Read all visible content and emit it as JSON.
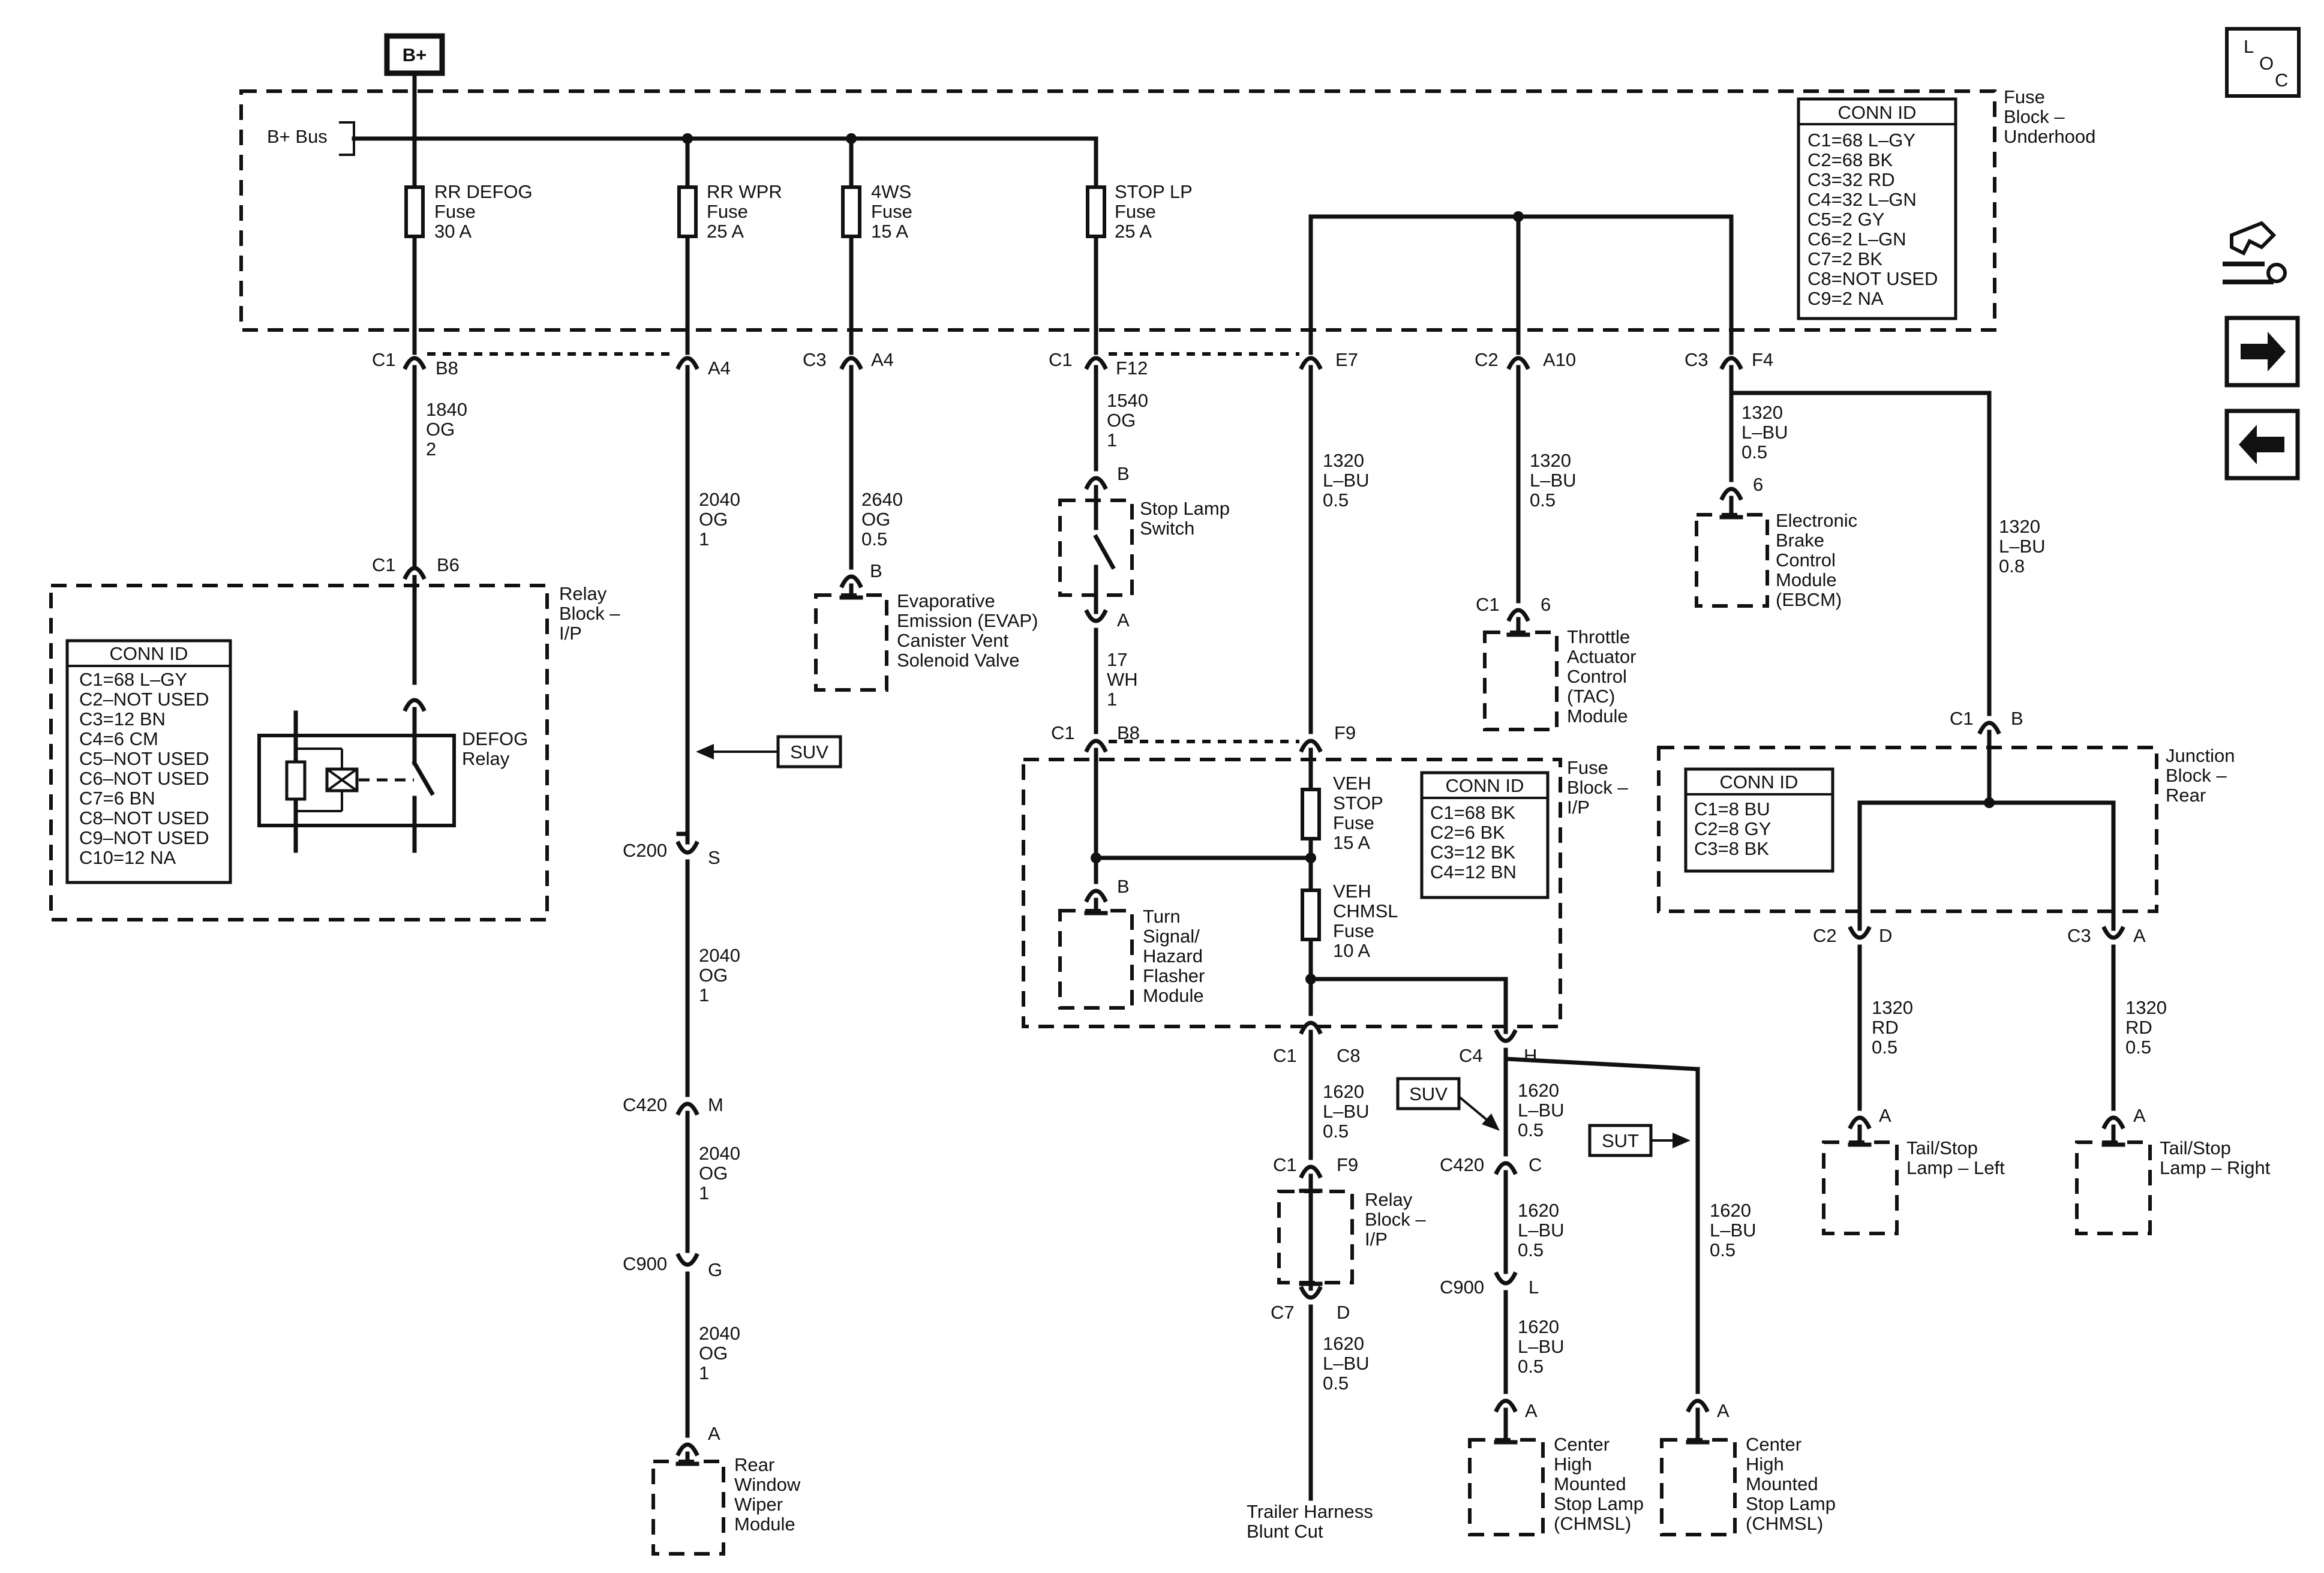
{
  "supply": {
    "label": "B+",
    "bus_label": "B+ Bus"
  },
  "loc_icon": {
    "letters": [
      "L",
      "O",
      "C"
    ]
  },
  "nav": {
    "icons": [
      "schematic-settings-icon",
      "arrow-right-icon",
      "arrow-left-icon"
    ]
  },
  "fuse_block_underhood": {
    "title": [
      "Fuse",
      "Block –",
      "Underhood"
    ],
    "conn_title": "CONN ID",
    "conn": [
      "C1=68 L–GY",
      "C2=68 BK",
      "C3=32 RD",
      "C4=32 L–GN",
      "C5=2 GY",
      "C6=2 L–GN",
      "C7=2 BK",
      "C8=NOT USED",
      "C9=2 NA"
    ],
    "fuses": [
      {
        "lines": [
          "RR DEFOG",
          "Fuse",
          "30 A"
        ]
      },
      {
        "lines": [
          "RR WPR",
          "Fuse",
          "25 A"
        ]
      },
      {
        "lines": [
          "4WS",
          "Fuse",
          "15 A"
        ]
      },
      {
        "lines": [
          "STOP LP",
          "Fuse",
          "25 A"
        ]
      }
    ]
  },
  "relay_block": {
    "title": [
      "Relay",
      "Block –",
      "I/P"
    ],
    "conn_title": "CONN ID",
    "conn": [
      "C1=68 L–GY",
      "C2–NOT USED",
      "C3=12 BN",
      "C4=6 CM",
      "C5–NOT USED",
      "C6–NOT USED",
      "C7=6 BN",
      "C8–NOT USED",
      "C9–NOT USED",
      "C10=12 NA"
    ],
    "relay_label": [
      "DEFOG",
      "Relay"
    ]
  },
  "fuse_block_ip": {
    "title": [
      "Fuse",
      "Block –",
      "I/P"
    ],
    "conn_title": "CONN ID",
    "conn": [
      "C1=68 BK",
      "C2=6 BK",
      "C3=12 BK",
      "C4=12 BN"
    ],
    "fuses": [
      {
        "lines": [
          "VEH",
          "STOP",
          "Fuse",
          "15 A"
        ]
      },
      {
        "lines": [
          "VEH",
          "CHMSL",
          "Fuse",
          "10 A"
        ]
      }
    ]
  },
  "junction_block": {
    "title": [
      "Junction",
      "Block –",
      "Rear"
    ],
    "conn_title": "CONN ID",
    "conn": [
      "C1=8 BU",
      "C2=8 GY",
      "C3=8 BK"
    ]
  },
  "connectors": {
    "c1_b8": [
      "C1",
      "B8"
    ],
    "a4_wpr": [
      "",
      "A4"
    ],
    "c3_a4": [
      "C3",
      "A4"
    ],
    "c1_f12": [
      "C1",
      "F12"
    ],
    "e7": [
      "",
      "E7"
    ],
    "c2_a10": [
      "C2",
      "A10"
    ],
    "c3_f4": [
      "C3",
      "F4"
    ],
    "c1_b6": [
      "C1",
      "B6"
    ],
    "stop_b": [
      "",
      "B"
    ],
    "stop_a": [
      "",
      "A"
    ],
    "evap_b": [
      "",
      "B"
    ],
    "ebcm_6": [
      "",
      "6"
    ],
    "tac_6": [
      "C1",
      "6"
    ],
    "ip_c1_b8": [
      "C1",
      "B8"
    ],
    "ip_f9": [
      "",
      "F9"
    ],
    "jb_c1_b": [
      "C1",
      "B"
    ],
    "c200_s": [
      "C200",
      "S"
    ],
    "turn_b": [
      "",
      "B"
    ],
    "jb_c2_d": [
      "C2",
      "D"
    ],
    "jb_c3_a": [
      "C3",
      "A"
    ],
    "c1_c8": [
      "C1",
      "C8"
    ],
    "c4_h": [
      "C4",
      "H"
    ],
    "c420_m": [
      "C420",
      "M"
    ],
    "c420_c": [
      "C420",
      "C"
    ],
    "tail_l_a": [
      "",
      "A"
    ],
    "tail_r_a": [
      "",
      "A"
    ],
    "relay_c1_f9": [
      "C1",
      "F9"
    ],
    "c900_g": [
      "C900",
      "G"
    ],
    "c900_l": [
      "C900",
      "L"
    ],
    "c7_d": [
      "C7",
      "D"
    ],
    "wiper_a": [
      "",
      "A"
    ],
    "chmsl1_a": [
      "",
      "A"
    ],
    "chmsl2_a": [
      "",
      "A"
    ]
  },
  "wires": {
    "w1840": [
      "1840",
      "OG",
      "2"
    ],
    "w2040a": [
      "2040",
      "OG",
      "1"
    ],
    "w2640": [
      "2640",
      "OG",
      "0.5"
    ],
    "w1540": [
      "1540",
      "OG",
      "1"
    ],
    "w17": [
      "17",
      "WH",
      "1"
    ],
    "w1320_e7": [
      "1320",
      "L–BU",
      "0.5"
    ],
    "w1320_a10": [
      "1320",
      "L–BU",
      "0.5"
    ],
    "w1320_f4": [
      "1320",
      "L–BU",
      "0.5"
    ],
    "w1320_jb": [
      "1320",
      "L–BU",
      "0.8"
    ],
    "w2040b": [
      "2040",
      "OG",
      "1"
    ],
    "w2040c": [
      "2040",
      "OG",
      "1"
    ],
    "w2040d": [
      "2040",
      "OG",
      "1"
    ],
    "w1320_rd_l": [
      "1320",
      "RD",
      "0.5"
    ],
    "w1320_rd_r": [
      "1320",
      "RD",
      "0.5"
    ],
    "w1620_a": [
      "1620",
      "L–BU",
      "0.5"
    ],
    "w1620_b": [
      "1620",
      "L–BU",
      "0.5"
    ],
    "w1620_c": [
      "1620",
      "L–BU",
      "0.5"
    ],
    "w1620_d": [
      "1620",
      "L–BU",
      "0.5"
    ],
    "w1620_e": [
      "1620",
      "L–BU",
      "0.5"
    ],
    "w1620_f": [
      "1620",
      "L–BU",
      "0.5"
    ]
  },
  "components": {
    "stop_switch": [
      "Stop Lamp",
      "Switch"
    ],
    "evap": [
      "Evaporative",
      "Emission (EVAP)",
      "Canister Vent",
      "Solenoid Valve"
    ],
    "ebcm": [
      "Electronic",
      "Brake",
      "Control",
      "Module",
      "(EBCM)"
    ],
    "tac": [
      "Throttle",
      "Actuator",
      "Control",
      "(TAC)",
      "Module"
    ],
    "turn": [
      "Turn",
      "Signal/",
      "Hazard",
      "Flasher",
      "Module"
    ],
    "relay_ip": [
      "Relay",
      "Block –",
      "I/P"
    ],
    "tail_left": [
      "Tail/Stop",
      "Lamp – Left"
    ],
    "tail_right": [
      "Tail/Stop",
      "Lamp – Right"
    ],
    "wiper": [
      "Rear",
      "Window",
      "Wiper",
      "Module"
    ],
    "trailer": [
      "Trailer Harness",
      "Blunt Cut"
    ],
    "chmsl1": [
      "Center",
      "High",
      "Mounted",
      "Stop Lamp",
      "(CHMSL)"
    ],
    "chmsl2": [
      "Center",
      "High",
      "Mounted",
      "Stop Lamp",
      "(CHMSL)"
    ]
  },
  "options": {
    "suv1": "SUV",
    "suv2": "SUV",
    "sut": "SUT"
  }
}
